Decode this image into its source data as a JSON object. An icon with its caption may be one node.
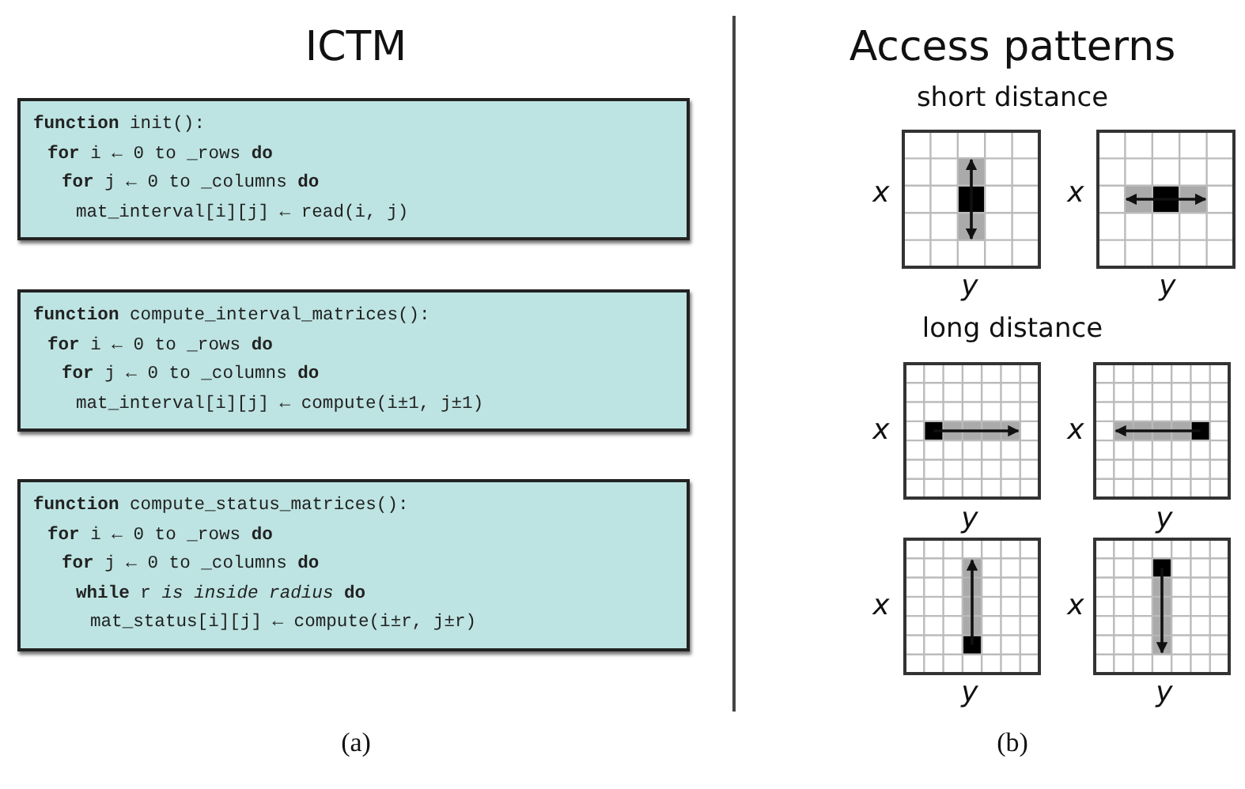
{
  "diagram": {
    "nodes": [
      {
        "text": [
          "**function** init():",
          "**for** i ← 0 to _rows **do**",
          "**for** j ← 0 to _columns **do**",
          "mat_interval[i][j] ← read(i, j)"
        ]
      },
      {
        "text": [
          "**function** compute_interval_matrices():",
          "**for** i ← 0 to _rows **do**",
          "**for** j ← 0 to _columns **do**",
          "mat_interval[i][j] ← compute(i±1, j±1)"
        ]
      },
      {
        "text": [
          "**function** compute_status_matrices():",
          "**for** i ← 0 to _rows **do**",
          "**for** j ← 0 to _columns **do**",
          "**while** r *is inside radius* **do**",
          "mat_status[i][j] ← compute(i±r, j±r)"
        ]
      }
    ],
    "labels": [
      "ICTM",
      "Access patterns",
      "short distance",
      "x",
      "x",
      "y",
      "y",
      "long distance",
      "x",
      "x",
      "y",
      "y",
      "x",
      "x",
      "y",
      "y",
      "(a)",
      "(b)"
    ]
  }
}
